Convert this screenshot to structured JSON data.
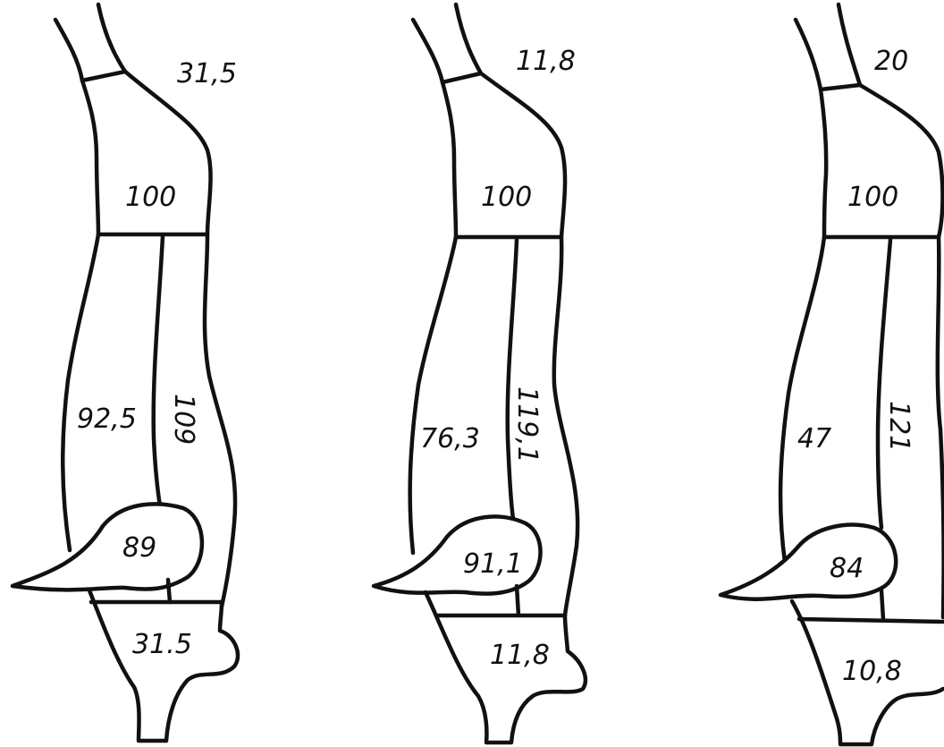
{
  "diagrams": [
    {
      "top_label": "31,5",
      "upper_region": "100",
      "left_channel": "92,5",
      "right_channel": "109",
      "lobe": "89",
      "bottom_region": "31.5"
    },
    {
      "top_label": "11,8",
      "upper_region": "100",
      "left_channel": "76,3",
      "right_channel": "119,1",
      "lobe": "91,1",
      "bottom_region": "11,8"
    },
    {
      "top_label": "20",
      "upper_region": "100",
      "left_channel": "47",
      "right_channel": "121",
      "lobe": "84",
      "bottom_region": "10,8"
    }
  ]
}
